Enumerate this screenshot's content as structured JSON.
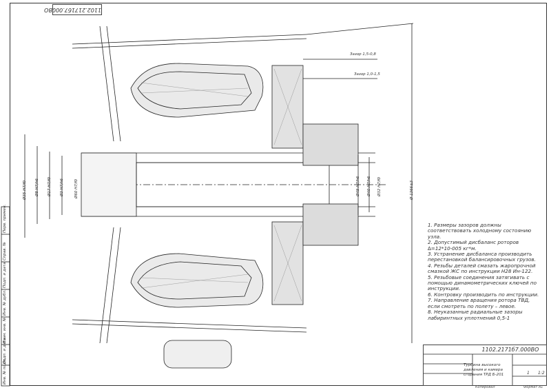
{
  "drawing_code": "1102.2171б7.000ВО",
  "stamp_code": "1102.2171б7.000ВО",
  "gap_labels": {
    "gap1": "Зазор 1,5-0,8",
    "gap2": "Зазор 1,0-1,5"
  },
  "dimension_labels": {
    "d1": "Ø35 Н7/f0",
    "d2": "Ø8 Н7/h6",
    "d3": "Ø17 Н7/f0",
    "d4": "Ø3 Н7/h6",
    "d5": "Ø60 Н7/f0",
    "d6": "Ø49 Н7/h6",
    "d7": "Ø40 Н7/h6",
    "d8": "Ø32 Н7/f0",
    "d9": "Ø 1366±3"
  },
  "notes": [
    "1. Размеры зазоров должны соответствовать холодному состоянию узла.",
    "2. Допустимый дисбаланс роторов ∆=12*10-005 кг*м.",
    "3. Устранение дисбаланса производить перестановкой балансировочных грузов.",
    "4. Резьбы деталей смазать жаропрочной смазкой ЖС по инструкции Н28 Ин-122.",
    "5. Резьбовые соединения затягивать с помощью динамометрических ключей по инструкции.",
    "6. Контровку производить по инструкции.",
    "7. Направление вращения ротора ТВД, если смотреть по полету – левое.",
    "8. Неуказанные радиальные зазоры лабиринтных уплотнений 0,5-1"
  ],
  "title_block": {
    "code": "1102.2171б7.000ВО",
    "name": "Турбина высокого давления и камера сгорания ТРД Б-201",
    "sheet": "1",
    "scale": "1:2",
    "footer_copy": "Копировал",
    "footer_format": "Формат А1"
  },
  "side_column": [
    "Перв. примен.",
    "Справ. №",
    "Подп. и дата",
    "Инв. № дубл.",
    "Взам. инв. №",
    "Подп. и дата",
    "Инв. № подл."
  ]
}
